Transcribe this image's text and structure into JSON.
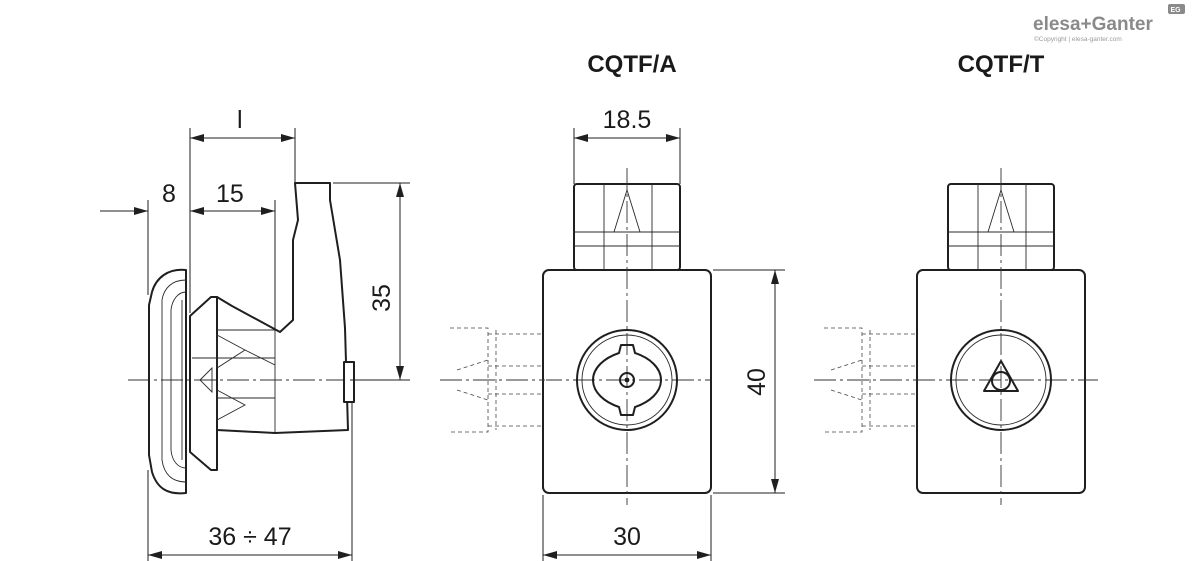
{
  "brand": {
    "logo_text": "elesa+Ganter",
    "copyright": "©Copyright | elesa-ganter.com",
    "badge": "EG"
  },
  "views": {
    "side": {
      "dim_l": "l",
      "dim_8": "8",
      "dim_15": "15",
      "dim_35": "35",
      "dim_36_47": "36 ÷ 47"
    },
    "front_a": {
      "title": "CQTF/A",
      "dim_18_5": "18.5",
      "dim_40": "40",
      "dim_30": "30"
    },
    "front_t": {
      "title": "CQTF/T"
    }
  },
  "colors": {
    "line": "#1f1f1f",
    "brand": "#8a8a8a",
    "background": "#ffffff"
  }
}
